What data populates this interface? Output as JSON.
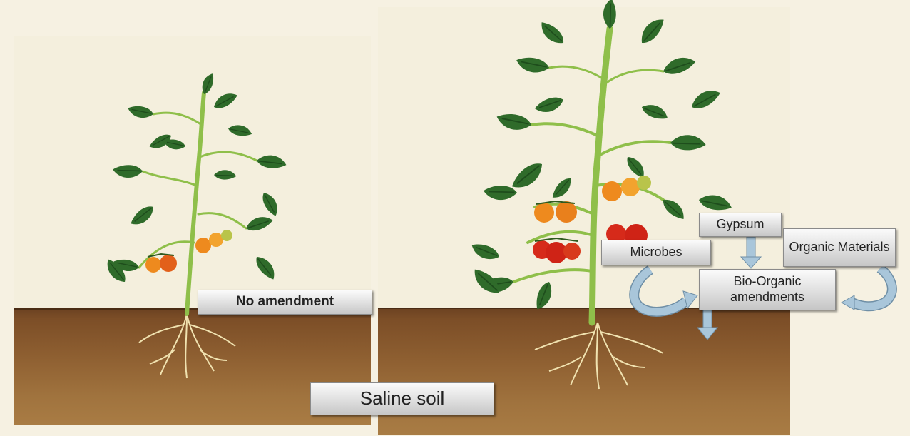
{
  "labels": {
    "no_amendment": "No amendment",
    "saline_soil": "Saline soil",
    "gypsum": "Gypsum",
    "microbes": "Microbes",
    "organic_materials": "Organic Materials",
    "bio_organic": "Bio-Organic amendments"
  },
  "colors": {
    "soil": "#8e5f31",
    "leaf": "#2f6b2a",
    "stem": "#8fbf4a",
    "root": "#f0e2b0",
    "tomato_red": "#d62a1a",
    "tomato_orange": "#ee8a1e",
    "arrow": "#a9c6da"
  }
}
